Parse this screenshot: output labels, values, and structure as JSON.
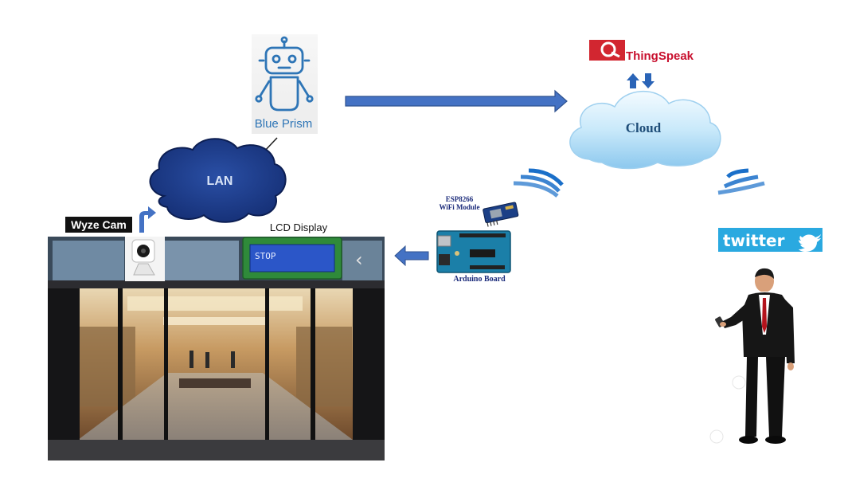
{
  "blue_prism": {
    "label": "Blue Prism"
  },
  "lan": {
    "label": "LAN"
  },
  "cloud": {
    "label": "Cloud"
  },
  "thingspeak": {
    "label": "ThingSpeak"
  },
  "wyze_cam": {
    "label": "Wyze Cam"
  },
  "lcd_display": {
    "label": "LCD Display",
    "screen_text": "STOP"
  },
  "esp8266": {
    "label_line1": "ESP8266",
    "label_line2": "WiFi Module"
  },
  "arduino": {
    "label": "Arduino Board"
  },
  "twitter": {
    "label": "twitter"
  },
  "colors": {
    "arrow": "#4472c4",
    "arrow_stroke": "#2f528f",
    "lan_fill": "#1f3e8c",
    "cloud_fill": "#b8e0f6",
    "thingspeak_red": "#d22630",
    "twitter_blue": "#1da1f2",
    "wifi_blue": "#1a6fc9"
  }
}
